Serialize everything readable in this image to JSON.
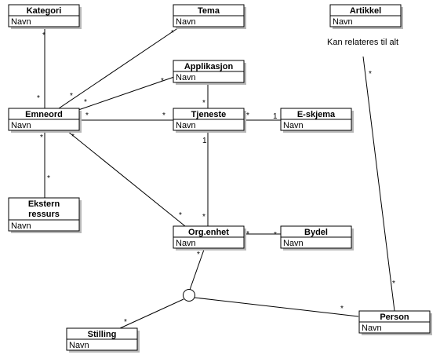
{
  "classes": {
    "kategori": {
      "name": "Kategori",
      "attr": "Navn"
    },
    "tema": {
      "name": "Tema",
      "attr": "Navn"
    },
    "artikkel": {
      "name": "Artikkel",
      "attr": "Navn"
    },
    "applikasjon": {
      "name": "Applikasjon",
      "attr": "Navn"
    },
    "emneord": {
      "name": "Emneord",
      "attr": "Navn"
    },
    "tjeneste": {
      "name": "Tjeneste",
      "attr": "Navn"
    },
    "eskjema": {
      "name": "E-skjema",
      "attr": "Navn"
    },
    "ekstern": {
      "name_line1": "Ekstern",
      "name_line2": "ressurs",
      "attr": "Navn"
    },
    "orgenhet": {
      "name": "Org.enhet",
      "attr": "Navn"
    },
    "bydel": {
      "name": "Bydel",
      "attr": "Navn"
    },
    "stilling": {
      "name": "Stilling",
      "attr": "Navn"
    },
    "person": {
      "name": "Person",
      "attr": "Navn"
    }
  },
  "note": "Kan relateres til alt",
  "multiplicity": {
    "many": "*",
    "one": "1"
  }
}
